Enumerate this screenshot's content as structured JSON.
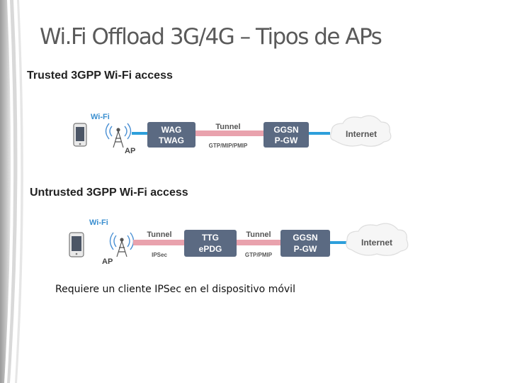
{
  "slide": {
    "title": "Wi.Fi Offload 3G/4G – Tipos de APs",
    "trusted_heading": "Trusted 3GPP Wi-Fi access",
    "untrusted_heading": "Untrusted 3GPP Wi-Fi access",
    "note": "Requiere un cliente IPSec en el dispositivo móvil"
  },
  "trusted_diagram": {
    "wifi_label": "Wi-Fi",
    "ap_label": "AP",
    "gateway": [
      "WAG",
      "TWAG"
    ],
    "tunnel_label": "Tunnel",
    "tunnel_protocols": "GTP/MIP/PMIP",
    "core": [
      "GGSN",
      "P-GW"
    ],
    "internet_label": "Internet"
  },
  "untrusted_diagram": {
    "wifi_label": "Wi-Fi",
    "ap_label": "AP",
    "tunnel1_label": "Tunnel",
    "tunnel1_protocol": "IPSec",
    "gateway": [
      "TTG",
      "ePDG"
    ],
    "tunnel2_label": "Tunnel",
    "tunnel2_protocols": "GTP/PMIP",
    "core": [
      "GGSN",
      "P-GW"
    ],
    "internet_label": "Internet"
  },
  "colors": {
    "node_fill": "#5b6a82",
    "pipe_blue": "#2d9fdb",
    "tunnel_pink": "#e9a2ad",
    "wifi_text": "#3b8fd0",
    "title_text": "#5a5a5a",
    "left_stripe": "#c8c8c8"
  }
}
